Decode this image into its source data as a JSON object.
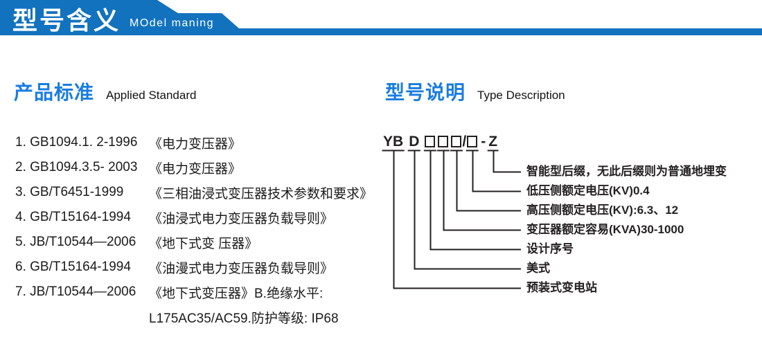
{
  "colors": {
    "banner_blue": "#1272be",
    "heading_blue": "#1a7ce0",
    "line_dark": "#231f20"
  },
  "banner": {
    "title_zh": "型号含义",
    "title_en": "MOdel maning"
  },
  "sections": {
    "left": {
      "title_zh": "产品标准",
      "title_en": "Applied Standard"
    },
    "right": {
      "title_zh": "型号说明",
      "title_en": "Type Description"
    }
  },
  "standards": [
    {
      "code": "1. GB1094.1. 2-1996",
      "title": "《电力变压器》"
    },
    {
      "code": "2. GB1094.3.5- 2003",
      "title": "《电力变压器》"
    },
    {
      "code": "3. GB/T6451-1999",
      "title": "《三相油浸式变压器技术参数和要求》"
    },
    {
      "code": "4. GB/T15164-1994",
      "title": "《油浸式电力变压器负载导则》"
    },
    {
      "code": "5. JB/T10544—2006",
      "title": "《地下式变 压器》"
    },
    {
      "code": "6. GB/T15164-1994",
      "title": "《油漫式电力变压器负载导则》"
    },
    {
      "code": "7. JB/T10544—2006",
      "title": "《地下式变压器》B.绝缘水平:"
    },
    {
      "code": "",
      "title": "L175AC35/AC59.防护等级: IP68"
    }
  ],
  "model_diagram": {
    "parts": [
      {
        "text": "YB",
        "box": false,
        "drop": true,
        "name": "code-part-yb"
      },
      {
        "text": "D",
        "box": false,
        "drop": true,
        "name": "code-part-d"
      },
      {
        "text": "",
        "box": true,
        "drop": true,
        "name": "code-box-1"
      },
      {
        "text": "",
        "box": true,
        "drop": true,
        "name": "code-box-2"
      },
      {
        "text": "",
        "box": true,
        "drop": true,
        "name": "code-box-3"
      },
      {
        "text": "/",
        "box": false,
        "drop": false,
        "name": "code-slash"
      },
      {
        "text": "",
        "box": true,
        "drop": true,
        "name": "code-box-4"
      },
      {
        "text": "-",
        "box": false,
        "drop": false,
        "name": "code-dash"
      },
      {
        "text": "Z",
        "box": false,
        "drop": true,
        "name": "code-part-z"
      }
    ],
    "labels": [
      "智能型后缀，无此后缀则为普通地埋变",
      "低压侧额定电压(KV)0.4",
      "高压侧额定电压(KV):6.3、12",
      "变压器额定容易(KVA)30-1000",
      "设计序号",
      "美式",
      "预装式变电站"
    ]
  }
}
